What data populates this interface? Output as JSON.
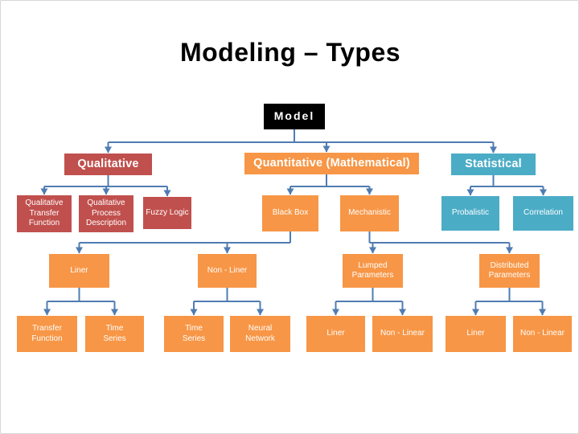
{
  "slide": {
    "title": "Modeling – Types"
  },
  "colors": {
    "qualitative": "#C0504D",
    "quantitative": "#F79646",
    "statistical": "#4BACC6",
    "root_bg": "#000000",
    "connector": "#4F7CB2",
    "title_text": "#000000",
    "node_text": "#FFFFFF"
  },
  "nodes": {
    "model": {
      "label": "Model"
    },
    "qualitative": {
      "label": "Qualitative"
    },
    "quantitative": {
      "label": "Quantitative (Mathematical)"
    },
    "statistical": {
      "label": "Statistical"
    },
    "qual_transfer_function": {
      "label": "Qualitative Transfer Function"
    },
    "qual_process_description": {
      "label": "Qualitative Process Description"
    },
    "fuzzy_logic": {
      "label": "Fuzzy Logic"
    },
    "black_box": {
      "label": "Black Box"
    },
    "mechanistic": {
      "label": "Mechanistic"
    },
    "probalistic": {
      "label": "Probalistic"
    },
    "correlation": {
      "label": "Correlation"
    },
    "liner_bb": {
      "label": "Liner"
    },
    "non_liner_bb": {
      "label": "Non - Liner"
    },
    "lumped_parameters": {
      "label": "Lumped Parameters"
    },
    "distributed_parameters": {
      "label": "Distributed Parameters"
    },
    "transfer_function": {
      "label": "Transfer Function"
    },
    "time_series_1": {
      "label": "Time Series"
    },
    "time_series_2": {
      "label": "Time Series"
    },
    "neural_network": {
      "label": "Neural Network"
    },
    "liner_lumped": {
      "label": "Liner"
    },
    "non_linear_lumped": {
      "label": "Non - Linear"
    },
    "liner_dist": {
      "label": "Liner"
    },
    "non_linear_dist": {
      "label": "Non - Linear"
    }
  },
  "edges": [
    [
      "model",
      "qualitative"
    ],
    [
      "model",
      "quantitative"
    ],
    [
      "model",
      "statistical"
    ],
    [
      "qualitative",
      "qual_transfer_function"
    ],
    [
      "qualitative",
      "qual_process_description"
    ],
    [
      "qualitative",
      "fuzzy_logic"
    ],
    [
      "quantitative",
      "black_box"
    ],
    [
      "quantitative",
      "mechanistic"
    ],
    [
      "statistical",
      "probalistic"
    ],
    [
      "statistical",
      "correlation"
    ],
    [
      "black_box",
      "liner_bb"
    ],
    [
      "black_box",
      "non_liner_bb"
    ],
    [
      "mechanistic",
      "lumped_parameters"
    ],
    [
      "mechanistic",
      "distributed_parameters"
    ],
    [
      "liner_bb",
      "transfer_function"
    ],
    [
      "liner_bb",
      "time_series_1"
    ],
    [
      "non_liner_bb",
      "time_series_2"
    ],
    [
      "non_liner_bb",
      "neural_network"
    ],
    [
      "lumped_parameters",
      "liner_lumped"
    ],
    [
      "lumped_parameters",
      "non_linear_lumped"
    ],
    [
      "distributed_parameters",
      "liner_dist"
    ],
    [
      "distributed_parameters",
      "non_linear_dist"
    ]
  ]
}
